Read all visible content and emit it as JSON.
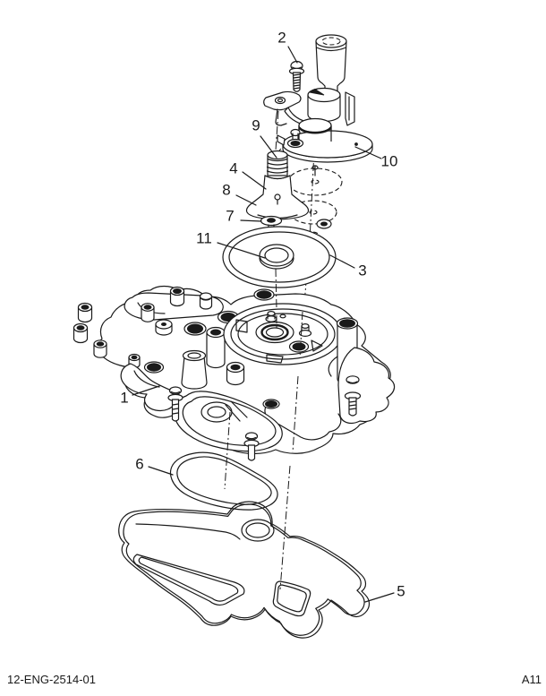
{
  "figure": {
    "type": "exploded-parts-diagram",
    "background_color": "#ffffff",
    "line_color": "#1a1a1a",
    "callout_count": 11
  },
  "callouts": [
    {
      "label": "1"
    },
    {
      "label": "2"
    },
    {
      "label": "3"
    },
    {
      "label": "4"
    },
    {
      "label": "5"
    },
    {
      "label": "6"
    },
    {
      "label": "7"
    },
    {
      "label": "8"
    },
    {
      "label": "9"
    },
    {
      "label": "10"
    },
    {
      "label": "11"
    }
  ],
  "footer": {
    "doc_number": "12-ENG-2514-01",
    "page_ref": "A11"
  }
}
